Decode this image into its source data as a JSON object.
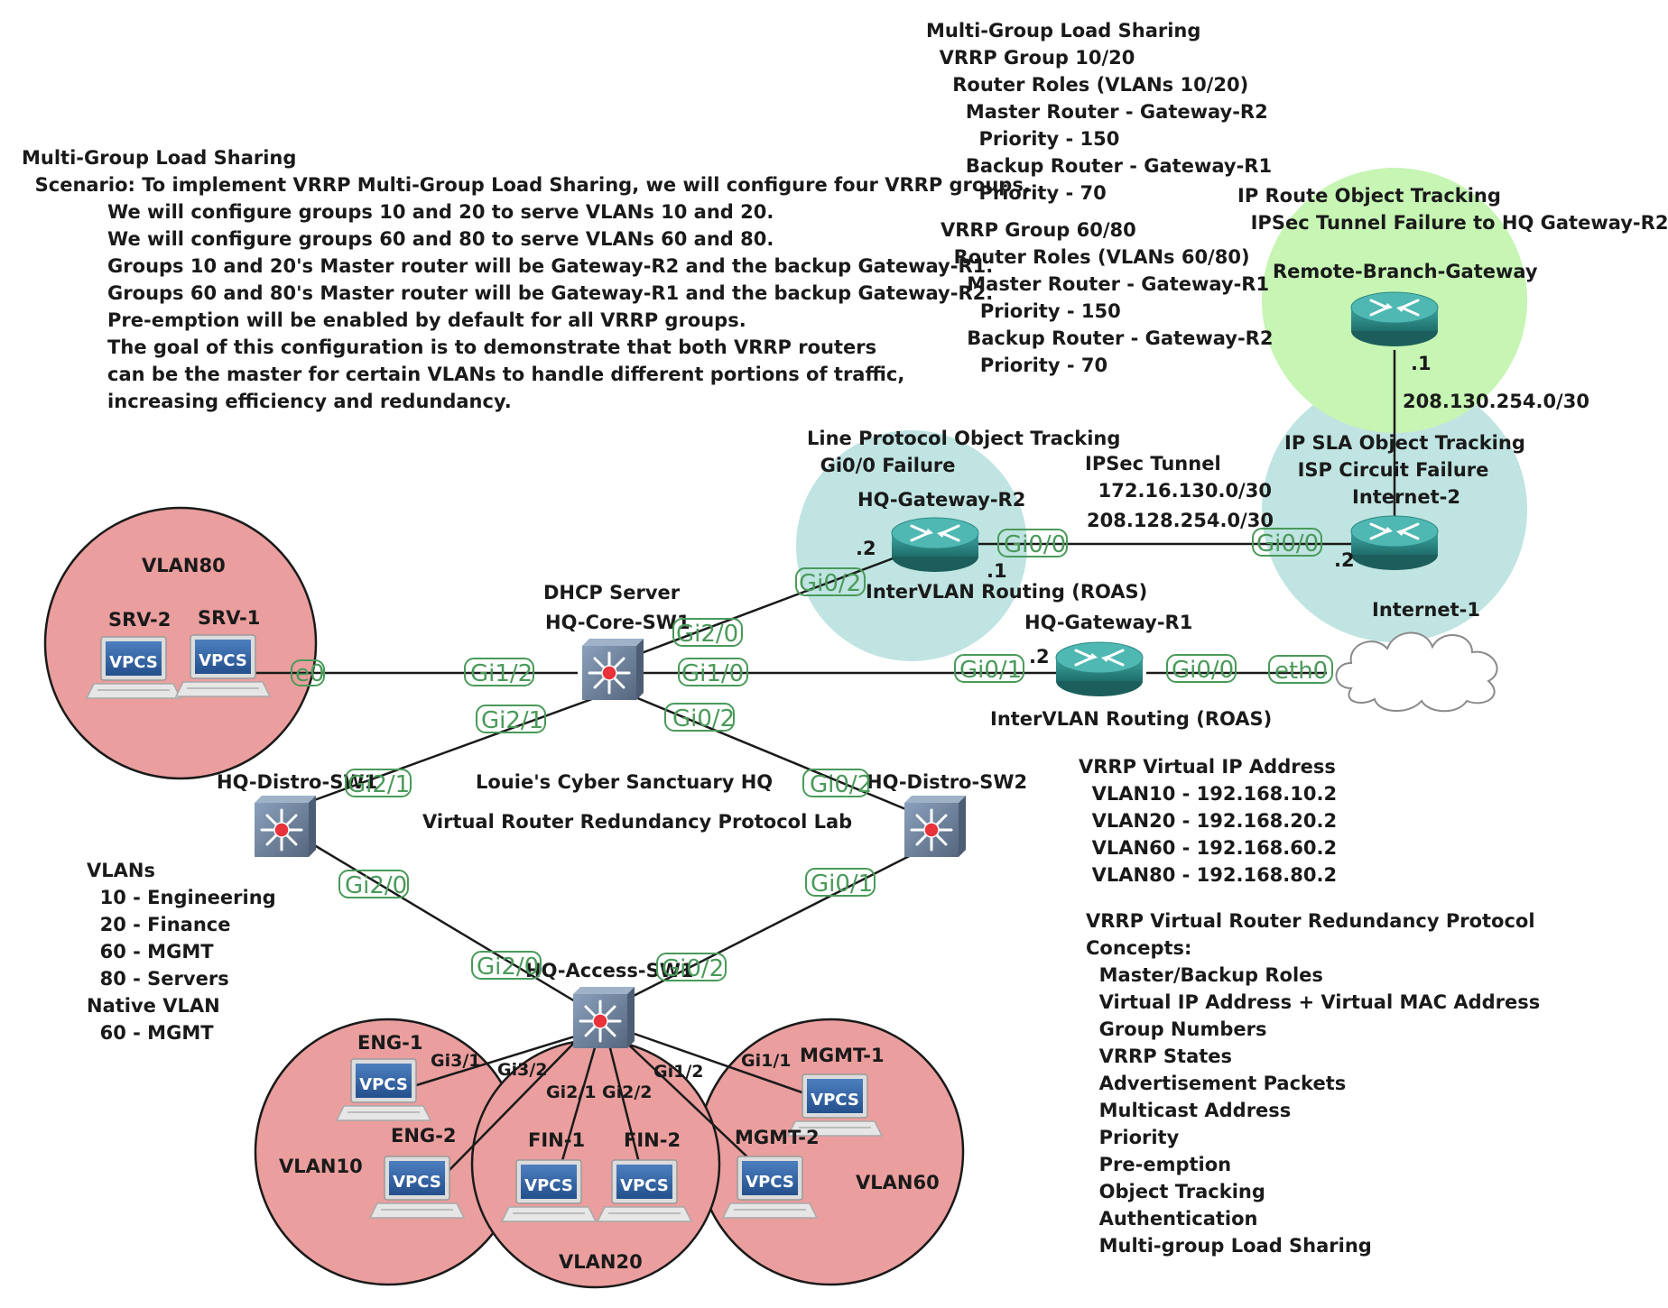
{
  "title": {
    "line1": "Louie's Cyber Sanctuary HQ",
    "line2": "Virtual Router Redundancy Protocol Lab"
  },
  "notes": {
    "scenario": "Multi-Group Load Sharing\n  Scenario: To implement VRRP Multi-Group Load Sharing, we will configure four VRRP groups.\n             We will configure groups 10 and 20 to serve VLANs 10 and 20.\n             We will configure groups 60 and 80 to serve VLANs 60 and 80.\n             Groups 10 and 20's Master router will be Gateway-R2 and the backup Gateway-R1.\n             Groups 60 and 80's Master router will be Gateway-R1 and the backup Gateway-R2.\n             Pre-emption will be enabled by default for all VRRP groups.\n             The goal of this configuration is to demonstrate that both VRRP routers\n             can be the master for certain VLANs to handle different portions of traffic,\n             increasing efficiency and redundancy.",
    "groups_10_20": "Multi-Group Load Sharing\n  VRRP Group 10/20\n    Router Roles (VLANs 10/20)\n      Master Router - Gateway-R2\n        Priority - 150\n      Backup Router - Gateway-R1\n        Priority - 70",
    "groups_60_80": "VRRP Group 60/80\n  Router Roles (VLANs 60/80)\n    Master Router - Gateway-R1\n      Priority - 150\n    Backup Router - Gateway-R2\n      Priority - 70",
    "ip_route_tracking": "IP Route Object Tracking\n  IPSec Tunnel Failure to HQ Gateway-R2",
    "line_protocol_tracking": "Line Protocol Object Tracking\n  Gi0/0 Failure",
    "ipsec_tunnel": "IPSec Tunnel\n  172.16.130.0/30",
    "wan_subnet": "208.128.254.0/30",
    "branch_subnet": "208.130.254.0/30",
    "ip_sla_tracking": "IP SLA Object Tracking\n  ISP Circuit Failure",
    "vlans": "VLANs\n  10 - Engineering\n  20 - Finance\n  60 - MGMT\n  80 - Servers\nNative VLAN\n  60 - MGMT",
    "virtual_ips": "VRRP Virtual IP Address\n  VLAN10 - 192.168.10.2\n  VLAN20 - 192.168.20.2\n  VLAN60 - 192.168.60.2\n  VLAN80 - 192.168.80.2",
    "concepts": "VRRP Virtual Router Redundancy Protocol\nConcepts:\n  Master/Backup Roles\n  Virtual IP Address + Virtual MAC Address\n  Group Numbers\n  VRRP States\n  Advertisement Packets\n  Multicast Address\n  Priority\n  Pre-emption\n  Object Tracking\n  Authentication\n  Multi-group Load Sharing"
  },
  "zones": {
    "vlan80": "VLAN80",
    "vlan10": "VLAN10",
    "vlan20": "VLAN20",
    "vlan60": "VLAN60"
  },
  "nodes": {
    "core_sw": {
      "name": "HQ-Core-SW1",
      "role": "DHCP Server"
    },
    "distro_sw1": "HQ-Distro-SW1",
    "distro_sw2": "HQ-Distro-SW2",
    "access_sw": "HQ-Access-SW1",
    "gw_r2": {
      "name": "HQ-Gateway-R2",
      "note": "InterVLAN Routing (ROAS)"
    },
    "gw_r1": {
      "name": "HQ-Gateway-R1",
      "note": "InterVLAN Routing (ROAS)"
    },
    "internet2": "Internet-2",
    "internet1": "Internet-1",
    "branch": "Remote-Branch-Gateway",
    "srv1": "SRV-1",
    "srv2": "SRV-2",
    "eng1": "ENG-1",
    "eng2": "ENG-2",
    "fin1": "FIN-1",
    "fin2": "FIN-2",
    "mgmt1": "MGMT-1",
    "mgmt2": "MGMT-2",
    "vpcs_text": "VPCS"
  },
  "ports": {
    "srv_e0": "e0",
    "core_gi1_2": "Gi1/2",
    "core_gi2_0": "Gi2/0",
    "core_gi1_0": "Gi1/0",
    "core_gi2_1": "Gi2/1",
    "core_gi0_2": "Gi0/2",
    "r2_gi0_2": "Gi0/2",
    "r2_gi0_0": "Gi0/0",
    "inet2_gi0_0": "Gi0/0",
    "r1_gi0_1": "Gi0/1",
    "r1_gi0_0": "Gi0/0",
    "inet1_eth": "eth0",
    "d1_gi2_1": "Gi2/1",
    "d1_gi2_0": "Gi2/0",
    "d2_gi0_2": "Gi0/2",
    "d2_gi0_1": "Gi0/1",
    "acc_gi2_0": "Gi2/0",
    "acc_gi0_2": "Gi0/2",
    "acc_gi3_1": "Gi3/1",
    "acc_gi3_2": "Gi3/2",
    "acc_gi2_1": "Gi2/1",
    "acc_gi2_2": "Gi2/2",
    "acc_gi1_2": "Gi1/2",
    "acc_gi1_1": "Gi1/1"
  },
  "addresses": {
    "r2_dot2": ".2",
    "r2_dot1": ".1",
    "inet2_dot2": ".2",
    "branch_dot1": ".1",
    "r1_dot2": ".2"
  },
  "colors": {
    "vlan_zone": "#ea9e9e",
    "tracking_zone": "#bfe4e2",
    "branch_zone": "#c6f5b4",
    "port_label": "#4a9a5a",
    "router": "#2f8a86",
    "switch": "#6f829b"
  },
  "icons": {
    "router": "router-icon",
    "switch": "multilayer-switch-icon",
    "cloud": "cloud-icon",
    "pc": "vpcs-pc-icon"
  }
}
